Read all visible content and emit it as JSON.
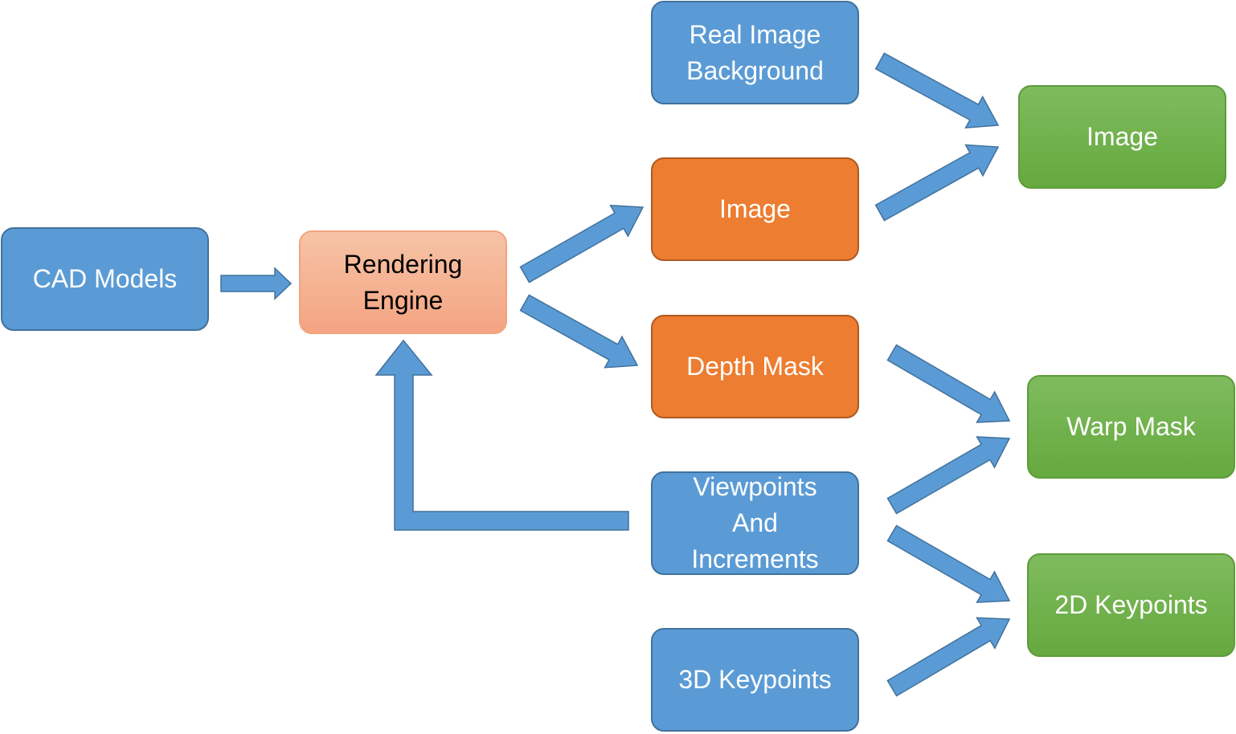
{
  "diagram": {
    "nodes": {
      "cad_models": "CAD Models",
      "rendering_engine": "Rendering\nEngine",
      "real_image_background": "Real Image\nBackground",
      "rendered_image": "Image",
      "depth_mask": "Depth Mask",
      "viewpoints_increments": "Viewpoints\nAnd\nIncrements",
      "keypoints_3d": "3D Keypoints",
      "output_image": "Image",
      "warp_mask": "Warp Mask",
      "keypoints_2d": "2D Keypoints"
    },
    "edges": [
      {
        "from": "CAD Models",
        "to": "Rendering Engine"
      },
      {
        "from": "Rendering Engine",
        "to": "Image"
      },
      {
        "from": "Rendering Engine",
        "to": "Depth Mask"
      },
      {
        "from": "Viewpoints And Increments",
        "to": "Rendering Engine"
      },
      {
        "from": "Real Image Background",
        "to": "Image (output)"
      },
      {
        "from": "Image",
        "to": "Image (output)"
      },
      {
        "from": "Depth Mask",
        "to": "Warp Mask"
      },
      {
        "from": "Viewpoints And Increments",
        "to": "Warp Mask"
      },
      {
        "from": "Viewpoints And Increments",
        "to": "2D Keypoints"
      },
      {
        "from": "3D Keypoints",
        "to": "2D Keypoints"
      }
    ],
    "colors": {
      "input_blue": "#5b9bd5",
      "intermediate_orange": "#ed7d31",
      "engine_peach": "#f4a482",
      "output_green": "#70ad47",
      "arrow": "#5b9bd5"
    }
  }
}
